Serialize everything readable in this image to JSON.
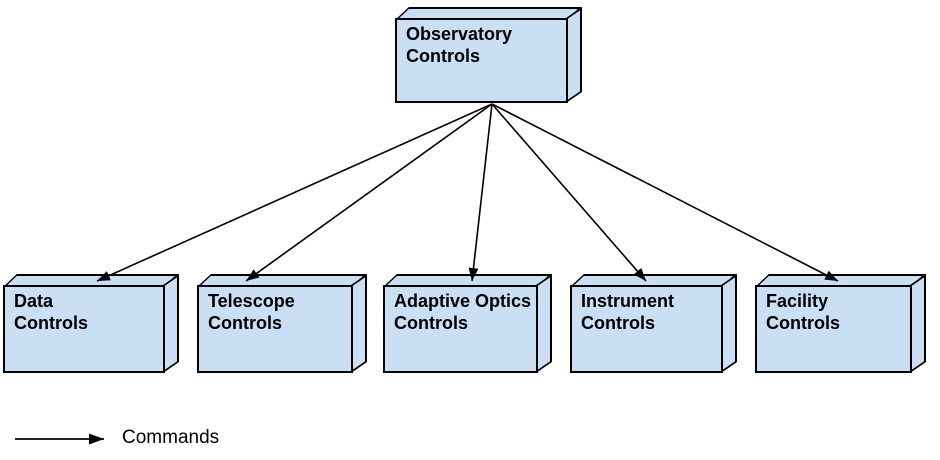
{
  "diagram": {
    "root_node": {
      "label": "Observatory\nControls"
    },
    "child_nodes": [
      {
        "label": "Data\nControls"
      },
      {
        "label": "Telescope\nControls"
      },
      {
        "label": "Adaptive Optics\nControls"
      },
      {
        "label": "Instrument\nControls"
      },
      {
        "label": "Facility\nControls"
      }
    ],
    "legend": {
      "label": "Commands"
    },
    "colors": {
      "node_fill": "#cadef4",
      "node_stroke": "#000000",
      "edge": "#000000",
      "background": "#ffffff"
    },
    "diagram_data": {
      "type": "hierarchy",
      "nodes": [
        "Observatory Controls",
        "Data Controls",
        "Telescope Controls",
        "Adaptive Optics Controls",
        "Instrument Controls",
        "Facility Controls"
      ],
      "edges": [
        {
          "from": "Observatory Controls",
          "to": "Data Controls",
          "relation": "Commands"
        },
        {
          "from": "Observatory Controls",
          "to": "Telescope Controls",
          "relation": "Commands"
        },
        {
          "from": "Observatory Controls",
          "to": "Adaptive Optics Controls",
          "relation": "Commands"
        },
        {
          "from": "Observatory Controls",
          "to": "Instrument Controls",
          "relation": "Commands"
        },
        {
          "from": "Observatory Controls",
          "to": "Facility Controls",
          "relation": "Commands"
        }
      ]
    }
  }
}
